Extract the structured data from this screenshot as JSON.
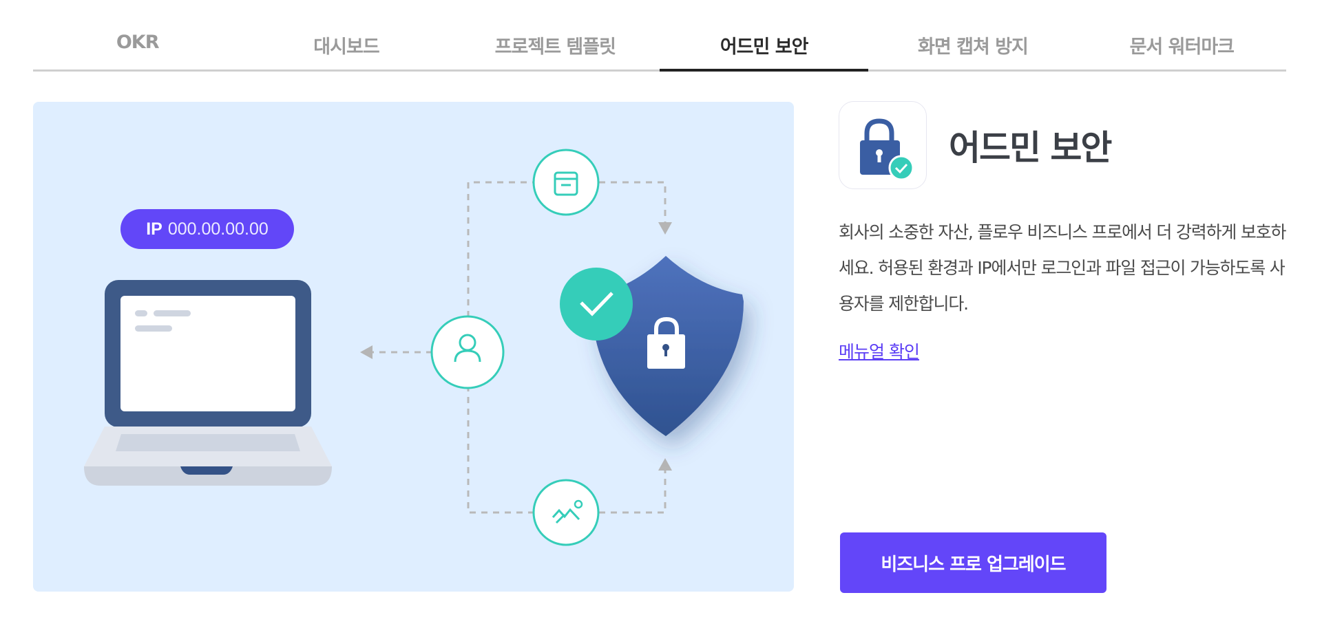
{
  "tabs": [
    {
      "label": "OKR",
      "active": false
    },
    {
      "label": "대시보드",
      "active": false
    },
    {
      "label": "프로젝트 템플릿",
      "active": false
    },
    {
      "label": "어드민 보안",
      "active": true
    },
    {
      "label": "화면 캡쳐 방지",
      "active": false
    },
    {
      "label": "문서 워터마크",
      "active": false
    }
  ],
  "illustration": {
    "ip_label": "IP",
    "ip_value": "000.00.00.00",
    "icons": [
      "laptop-icon",
      "archive-box-icon",
      "user-icon",
      "image-icon",
      "shield-lock-icon",
      "check-icon"
    ]
  },
  "feature": {
    "title": "어드민 보안",
    "description": "회사의 소중한 자산, 플로우 비즈니스 프로에서 더 강력하게 보호하세요. 허용된 환경과 IP에서만 로그인과 파일 접근이 가능하도록 사용자를 제한합니다.",
    "manual_link": "메뉴얼 확인",
    "upgrade_button": "비즈니스 프로 업그레이드"
  },
  "colors": {
    "accent": "#6346f9",
    "teal": "#35cdb9",
    "navy": "#345287",
    "panel_bg": "#dfeeff"
  }
}
